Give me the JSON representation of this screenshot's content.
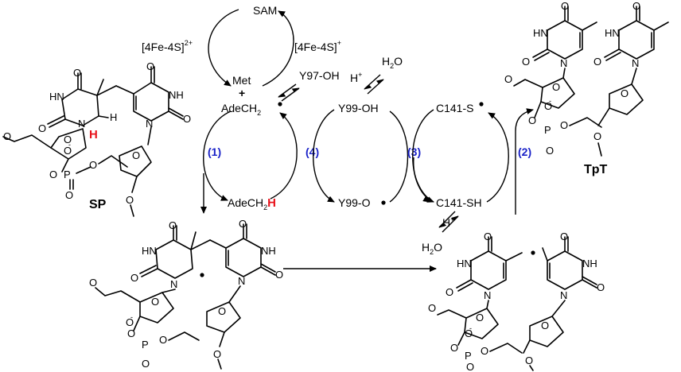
{
  "cycle": {
    "sam": "SAM",
    "fe2": "[4Fe-4S]",
    "fe2_charge": "2+",
    "fe1": "[4Fe-4S]",
    "fe1_charge": "+",
    "met": "Met",
    "plus": "+",
    "adech2_radical": "AdeCH",
    "adech2_sub": "2",
    "adech2h": "AdeCH",
    "adech2h_sub": "2",
    "adech2h_h": "H",
    "y97": "Y97-OH",
    "y99oh": "Y99-OH",
    "y99o": "Y99-O",
    "c141s": "C141-S",
    "c141sh": "C141-SH",
    "h2o_top": "H",
    "h2o_top_o": "2",
    "h2o_top_tail": "O",
    "hplus_top": "H",
    "hplus_top_sup": "+",
    "hplus_bot": "H",
    "hplus_bot_sup": "+",
    "h2o_bot": "H",
    "h2o_bot_o": "2",
    "h2o_bot_tail": "O"
  },
  "steps": {
    "s1": "(1)",
    "s2": "(2)",
    "s3": "(3)",
    "s4": "(4)"
  },
  "molecules": {
    "sp_name": "SP",
    "tpt_name": "TpT",
    "red_h": "H",
    "h": "H",
    "n": "N",
    "hn": "HN",
    "nh": "NH",
    "o": "O",
    "p": "P",
    "minus": "-"
  },
  "colors": {
    "step_blue": "#1a22c8",
    "highlight_red": "#e8141c"
  }
}
